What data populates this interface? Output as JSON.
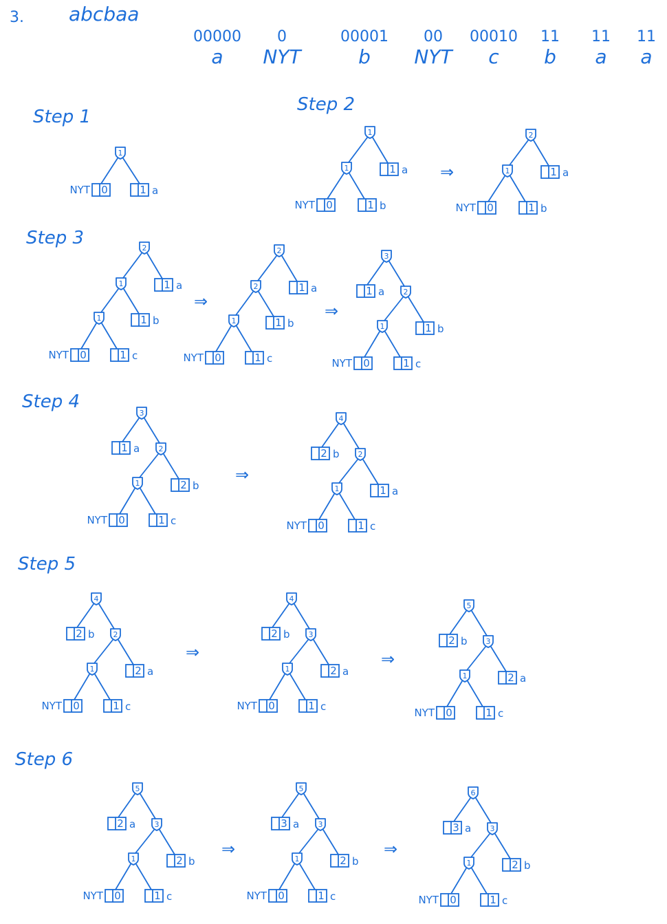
{
  "problem": {
    "number": "3.",
    "sequence": "abcbaa"
  },
  "codes": [
    {
      "code": "00000",
      "symbol": "a"
    },
    {
      "code": "0",
      "symbol": "NYT"
    },
    {
      "code": "00001",
      "symbol": "b"
    },
    {
      "code": "00",
      "symbol": "NYT"
    },
    {
      "code": "00010",
      "symbol": "c"
    },
    {
      "code": "11",
      "symbol": "b"
    },
    {
      "code": "11",
      "symbol": "a"
    },
    {
      "code": "11",
      "symbol": "a"
    }
  ],
  "arrow": "⇒",
  "steps": [
    {
      "label": "Step 1",
      "trees": [
        {
          "root": "1",
          "left": {
            "w": "0",
            "s": "NYT"
          },
          "right": {
            "w": "1",
            "s": "a"
          }
        }
      ]
    },
    {
      "label": "Step 2",
      "trees": [
        {
          "root": "1",
          "inner": "1",
          "nyt": "0",
          "leaf1": {
            "w": "1",
            "s": "b"
          },
          "leaf2": {
            "w": "1",
            "s": "a"
          }
        },
        {
          "root": "2",
          "inner": "1",
          "nyt": "0",
          "leaf1": {
            "w": "1",
            "s": "b"
          },
          "leaf2": {
            "w": "1",
            "s": "a"
          }
        }
      ]
    },
    {
      "label": "Step 3",
      "trees": [
        {
          "root": "2",
          "mid": "1",
          "low": "1",
          "nyt": "0",
          "l3": {
            "w": "1",
            "s": "c"
          },
          "l2": {
            "w": "1",
            "s": "b"
          },
          "l1": {
            "w": "1",
            "s": "a"
          },
          "rightHeavy": false
        },
        {
          "root": "2",
          "mid": "2",
          "low": "1",
          "nyt": "0",
          "l3": {
            "w": "1",
            "s": "c"
          },
          "l2": {
            "w": "1",
            "s": "b"
          },
          "l1": {
            "w": "1",
            "s": "a"
          },
          "rightHeavy": false
        },
        {
          "root": "3",
          "mid": "2",
          "low": "1",
          "nyt": "0",
          "l3": {
            "w": "1",
            "s": "c"
          },
          "l2": {
            "w": "1",
            "s": "b"
          },
          "l1": {
            "w": "1",
            "s": "a"
          },
          "rightHeavy": true
        }
      ]
    },
    {
      "label": "Step 4",
      "trees": [
        {
          "root": "3",
          "mid": "2",
          "low": "1",
          "nyt": "0",
          "l3": {
            "w": "1",
            "s": "c"
          },
          "l2": {
            "w": "2",
            "s": "b"
          },
          "l1": {
            "w": "1",
            "s": "a"
          },
          "rightHeavy": true
        },
        {
          "root": "4",
          "mid": "2",
          "low": "1",
          "nyt": "0",
          "l3": {
            "w": "1",
            "s": "c"
          },
          "l2": {
            "w": "1",
            "s": "a"
          },
          "l1": {
            "w": "2",
            "s": "b"
          },
          "rightHeavy": true
        }
      ]
    },
    {
      "label": "Step 5",
      "trees": [
        {
          "root": "4",
          "mid": "2",
          "low": "1",
          "nyt": "0",
          "l3": {
            "w": "1",
            "s": "c"
          },
          "l2": {
            "w": "2",
            "s": "a"
          },
          "l1": {
            "w": "2",
            "s": "b"
          },
          "rightHeavy": true
        },
        {
          "root": "4",
          "mid": "3",
          "low": "1",
          "nyt": "0",
          "l3": {
            "w": "1",
            "s": "c"
          },
          "l2": {
            "w": "2",
            "s": "a"
          },
          "l1": {
            "w": "2",
            "s": "b"
          },
          "rightHeavy": true
        },
        {
          "root": "5",
          "mid": "3",
          "low": "1",
          "nyt": "0",
          "l3": {
            "w": "1",
            "s": "c"
          },
          "l2": {
            "w": "2",
            "s": "a"
          },
          "l1": {
            "w": "2",
            "s": "b"
          },
          "rightHeavy": true
        }
      ]
    },
    {
      "label": "Step 6",
      "trees": [
        {
          "root": "5",
          "mid": "3",
          "low": "1",
          "nyt": "0",
          "l3": {
            "w": "1",
            "s": "c"
          },
          "l2": {
            "w": "2",
            "s": "b"
          },
          "l1": {
            "w": "2",
            "s": "a"
          },
          "rightHeavy": true
        },
        {
          "root": "5",
          "mid": "3",
          "low": "1",
          "nyt": "0",
          "l3": {
            "w": "1",
            "s": "c"
          },
          "l2": {
            "w": "2",
            "s": "b"
          },
          "l1": {
            "w": "3",
            "s": "a"
          },
          "rightHeavy": true
        },
        {
          "root": "6",
          "mid": "3",
          "low": "1",
          "nyt": "0",
          "l3": {
            "w": "1",
            "s": "c"
          },
          "l2": {
            "w": "2",
            "s": "b"
          },
          "l1": {
            "w": "3",
            "s": "a"
          },
          "rightHeavy": true
        }
      ]
    }
  ]
}
